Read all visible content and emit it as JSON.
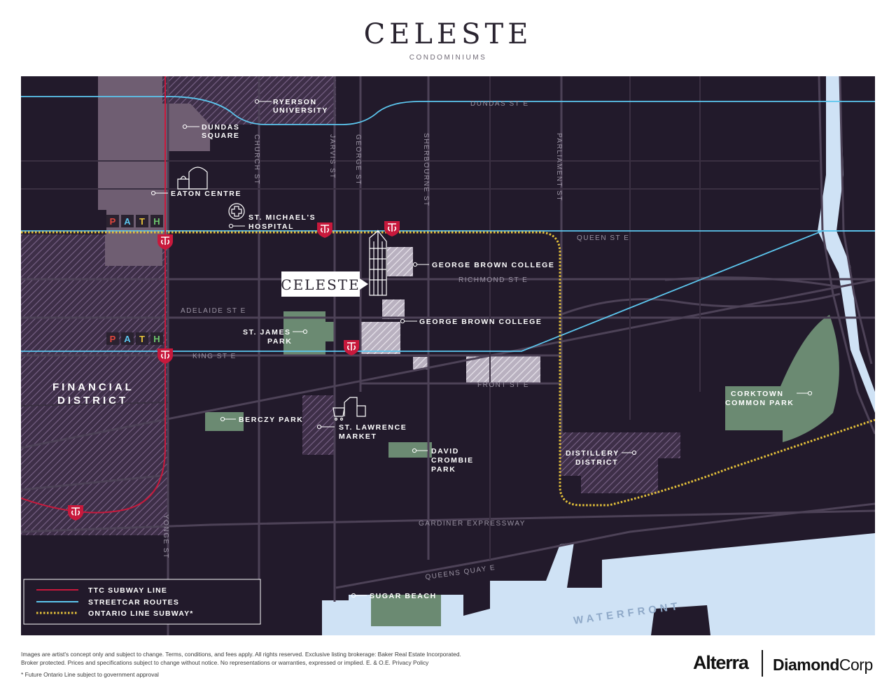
{
  "brand": {
    "title": "CELESTE",
    "subtitle": "CONDOMINIUMS"
  },
  "streets": {
    "dundas": "DUNDAS ST E",
    "queen": "QUEEN ST E",
    "richmond": "RICHMOND ST E",
    "adelaide": "ADELAIDE ST E",
    "king": "KING ST E",
    "front": "FRONT ST E",
    "gardiner": "GARDINER EXPRESSWAY",
    "queens_quay": "QUEENS QUAY E",
    "church": "CHURCH ST",
    "jarvis": "JARVIS ST",
    "george": "GEORGE ST",
    "sherbourne": "SHERBOURNE ST",
    "parliament": "PARLIAMENT ST",
    "yonge": "YONGE ST"
  },
  "places": {
    "ryerson": [
      "RYERSON",
      "UNIVERSITY"
    ],
    "dundas_square": [
      "DUNDAS",
      "SQUARE"
    ],
    "eaton": "EATON CENTRE",
    "st_michaels": [
      "ST. MICHAEL'S",
      "HOSPITAL"
    ],
    "gbc1": "GEORGE BROWN COLLEGE",
    "gbc2": "GEORGE BROWN COLLEGE",
    "st_james": [
      "ST. JAMES",
      "PARK"
    ],
    "financial": [
      "FINANCIAL",
      "DISTRICT"
    ],
    "berczy": "BERCZY PARK",
    "st_lawrence": [
      "ST. LAWRENCE",
      "MARKET"
    ],
    "david_crombie": [
      "DAVID",
      "CROMBIE",
      "PARK"
    ],
    "corktown": [
      "CORKTOWN",
      "COMMON PARK"
    ],
    "distillery": [
      "DISTILLERY",
      "DISTRICT"
    ],
    "sugar_beach": "SUGAR BEACH",
    "waterfront": "WATERFRONT"
  },
  "path_label": [
    "P",
    "A",
    "T",
    "H"
  ],
  "celeste_marker": "CELESTE",
  "legend": [
    {
      "label": "TTC SUBWAY LINE",
      "color": "#c8193c",
      "style": "solid"
    },
    {
      "label": "STREETCAR ROUTES",
      "color": "#5cc6ee",
      "style": "solid"
    },
    {
      "label": "ONTARIO LINE SUBWAY*",
      "color": "#e6c23a",
      "style": "dotted"
    }
  ],
  "footer": {
    "line1": "Images are artist's concept only and subject to change. Terms, conditions, and fees apply. All rights reserved. Exclusive listing brokerage: Baker Real Estate Incorporated.",
    "line2": "Broker protected. Prices and specifications subject to change without notice. No representations or warranties, expressed or implied. E. & O.E. Privacy Policy",
    "note": "* Future Ontario Line subject to government approval"
  },
  "logos": {
    "alterra": "Alterra",
    "diamond_bold": "Diamond",
    "diamond_rest": "Corp"
  },
  "colors": {
    "background": "#221a2b",
    "road": "#4d4257",
    "street_label": "#9a93a3",
    "park": "#6b8a72",
    "water": "#cfe2f5",
    "subway": "#c8193c",
    "streetcar": "#5cc6ee",
    "ontario_line": "#e6c23a"
  },
  "icons": [
    "ttc-station-icon",
    "shopping-bag-icon",
    "hospital-cross-icon",
    "market-basket-icon"
  ]
}
